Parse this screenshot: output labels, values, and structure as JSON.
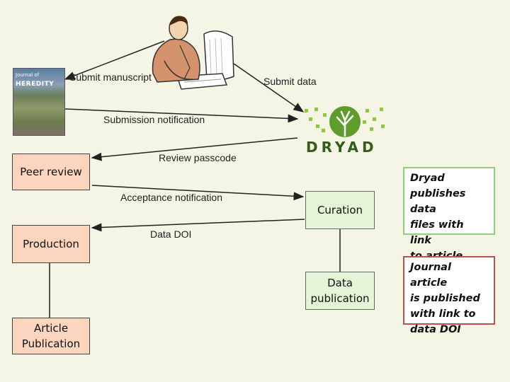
{
  "journal_cover": {
    "title_small": "Journal of",
    "title": "HEREDITY"
  },
  "dryad_logo": {
    "text": "DRYAD"
  },
  "arrows": {
    "submit_manuscript": "Submit manuscript",
    "submit_data": "Submit data",
    "submission_notification": "Submission notification",
    "review_passcode": "Review passcode",
    "acceptance_notification": "Acceptance notification",
    "data_doi": "Data DOI"
  },
  "boxes": {
    "peer_review": "Peer review",
    "production": "Production",
    "article_publication": [
      "Article",
      "Publication"
    ],
    "curation": "Curation",
    "data_publication": [
      "Data",
      "publication"
    ]
  },
  "notes": {
    "dryad_publishes": [
      "Dryad",
      "publishes data",
      "files with link",
      "to article"
    ],
    "journal_published": [
      "Journal article",
      "is published",
      "with link to",
      "data DOI"
    ]
  },
  "colors": {
    "background": "#f5f5e6",
    "peach_box": "#fbd5bd",
    "green_box": "#e3f5d6",
    "green_border": "#8fd07a",
    "red_border": "#c0504d",
    "dryad_green": "#355c1a"
  }
}
